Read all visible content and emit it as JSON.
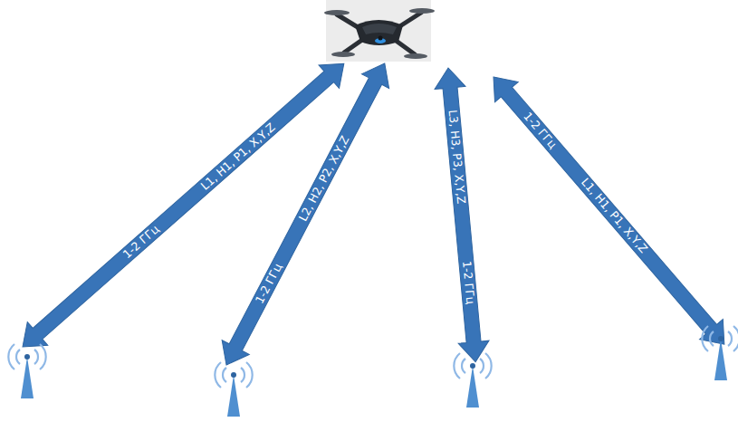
{
  "diagram": {
    "labels": [
      "1-2 ГГц",
      "L1, H1, P1, X,Y,Z",
      "1-2 ГГц",
      "L2, H2, P2, X,Y,Z",
      "1-2 ГГц",
      "L3, H3, P3, X,Y,Z",
      "1-2 ГГц",
      "L1, H1, P1, X,Y,Z"
    ]
  }
}
